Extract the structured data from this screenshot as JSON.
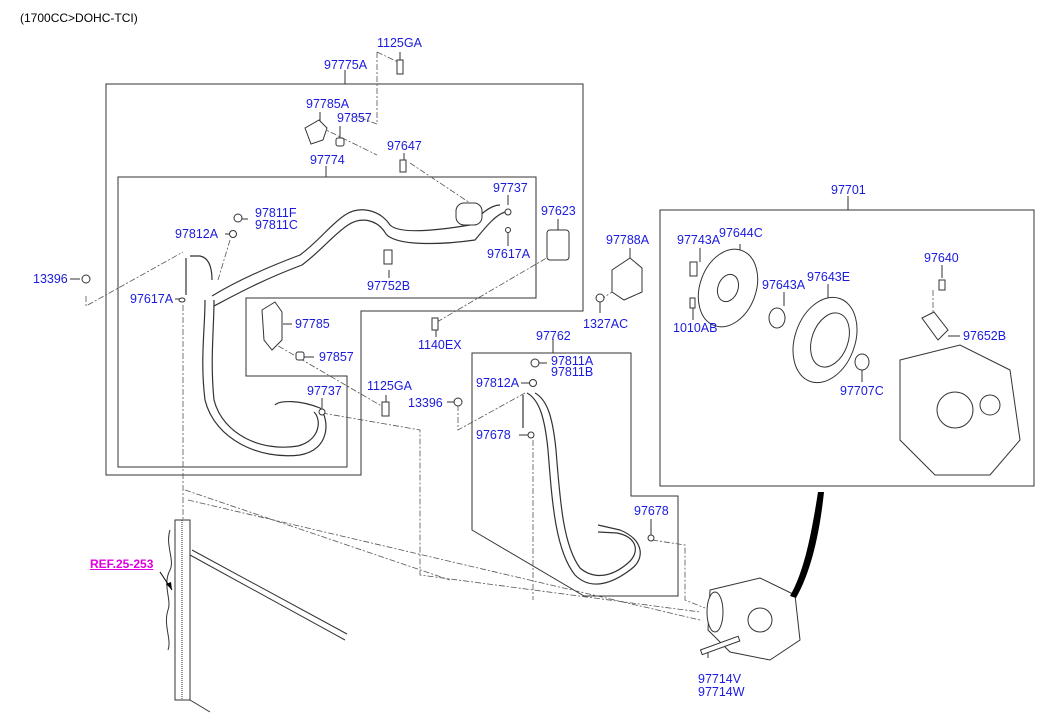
{
  "header": {
    "title": "(1700CC>DOHC-TCI)"
  },
  "colors": {
    "part_label": "#1a1adc",
    "reference_label": "#e000e0",
    "line": "#333333"
  },
  "groups": {
    "front_hose_assy": "97775A",
    "discharge_hose": "97774",
    "suction_pipe": "97762",
    "compressor_assy": "97701"
  },
  "labels": {
    "p1125GA_top": "1125GA",
    "p97775A": "97775A",
    "p97785A": "97785A",
    "p97857_top": "97857",
    "p97647": "97647",
    "p97774": "97774",
    "p97737_top": "97737",
    "p97623": "97623",
    "p97811F": "97811F",
    "p97811C": "97811C",
    "p97812A_left": "97812A",
    "p97617A_right": "97617A",
    "p97752B": "97752B",
    "p13396_left": "13396",
    "p97617A_left": "97617A",
    "p97788A": "97788A",
    "p1327AC": "1327AC",
    "p97785": "97785",
    "p97857_mid": "97857",
    "p1140EX": "1140EX",
    "p97762": "97762",
    "p97811A": "97811A",
    "p97811B": "97811B",
    "p97812A_right": "97812A",
    "p1125GA_mid": "1125GA",
    "p13396_mid": "13396",
    "p97737_mid": "97737",
    "p97678_upper": "97678",
    "p97678_lower": "97678",
    "p97701": "97701",
    "p97743A": "97743A",
    "p97644C": "97644C",
    "p97640": "97640",
    "p97643A": "97643A",
    "p97643E": "97643E",
    "p1010AB": "1010AB",
    "p97652B": "97652B",
    "p97707C": "97707C",
    "p97714V": "97714V",
    "p97714W": "97714W",
    "ref": "REF.25-253"
  }
}
